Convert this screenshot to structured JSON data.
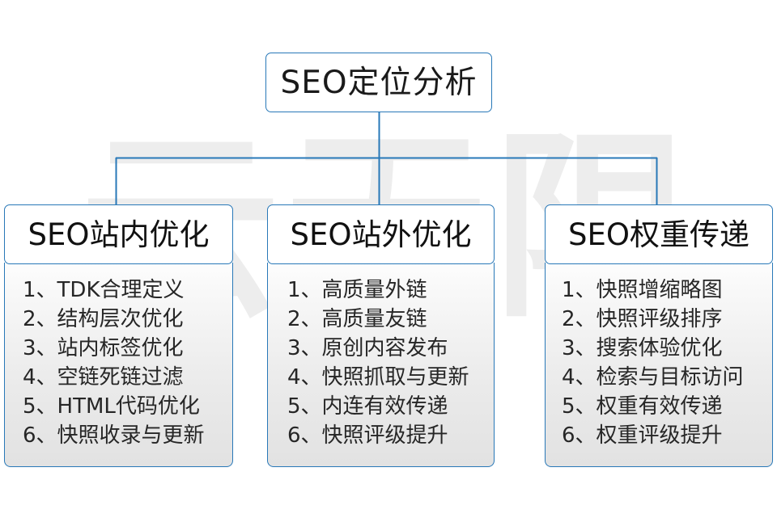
{
  "watermark": {
    "text": "云无限"
  },
  "colors": {
    "border": "#2878b8",
    "text": "#1a1a1a",
    "connector": "#2878b8",
    "body_gradient_top": "#fdfdfd",
    "body_gradient_bottom": "#e2e2e2",
    "watermark": "#ededed"
  },
  "diagram": {
    "type": "org-tree",
    "root": {
      "title": "SEO定位分析"
    },
    "columns": [
      {
        "title": "SEO站内优化",
        "items": [
          "1、TDK合理定义",
          "2、结构层次优化",
          "3、站内标签优化",
          "4、空链死链过滤",
          "5、HTML代码优化",
          "6、快照收录与更新"
        ]
      },
      {
        "title": "SEO站外优化",
        "items": [
          "1、高质量外链",
          "2、高质量友链",
          "3、原创内容发布",
          "4、快照抓取与更新",
          "5、内连有效传递",
          "6、快照评级提升"
        ]
      },
      {
        "title": "SEO权重传递",
        "items": [
          "1、快照增缩略图",
          "2、快照评级排序",
          "3、搜索体验优化",
          "4、检索与目标访问",
          "5、权重有效传递",
          "6、权重评级提升"
        ]
      }
    ]
  }
}
